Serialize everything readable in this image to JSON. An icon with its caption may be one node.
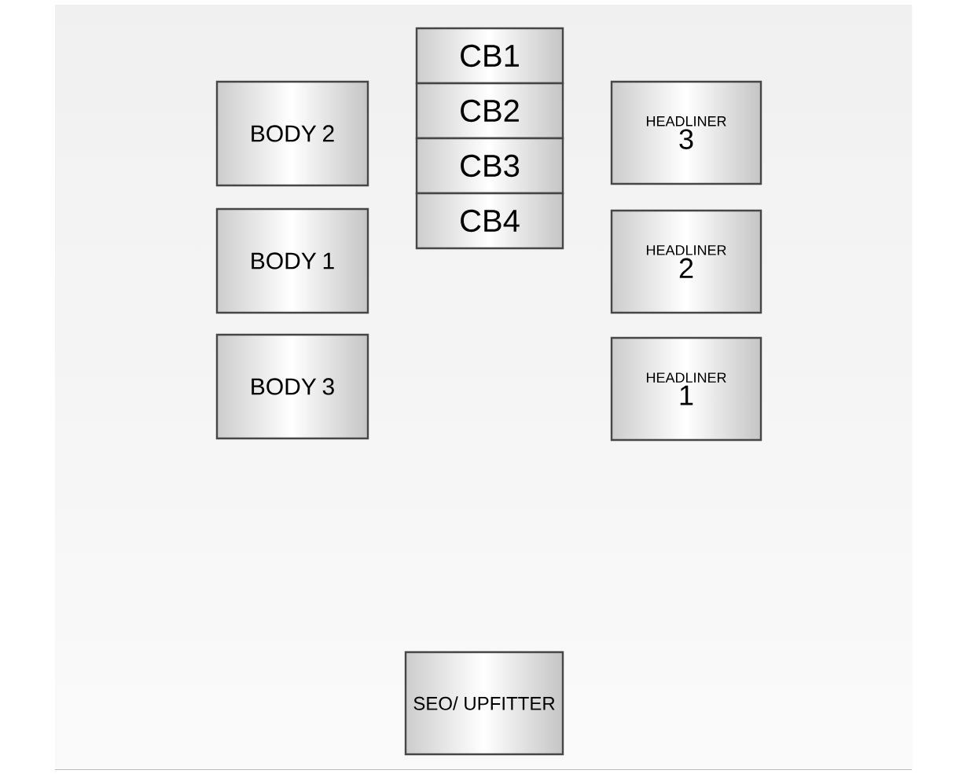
{
  "diagram": {
    "nodes": [
      {
        "text": [
          "CB1"
        ]
      },
      {
        "text": [
          "BODY 2"
        ]
      },
      {
        "text": [
          "CB2"
        ]
      },
      {
        "text": [
          "HEADLINER",
          "3"
        ]
      },
      {
        "text": [
          "CB3"
        ]
      },
      {
        "text": [
          "CB4"
        ]
      },
      {
        "text": [
          "BODY 1"
        ]
      },
      {
        "text": [
          "HEADLINER",
          "2"
        ]
      },
      {
        "text": [
          "BODY 3"
        ]
      },
      {
        "text": [
          "HEADLINER",
          "1"
        ]
      },
      {
        "text": [
          "SEO/ UPFITTER"
        ]
      }
    ]
  }
}
